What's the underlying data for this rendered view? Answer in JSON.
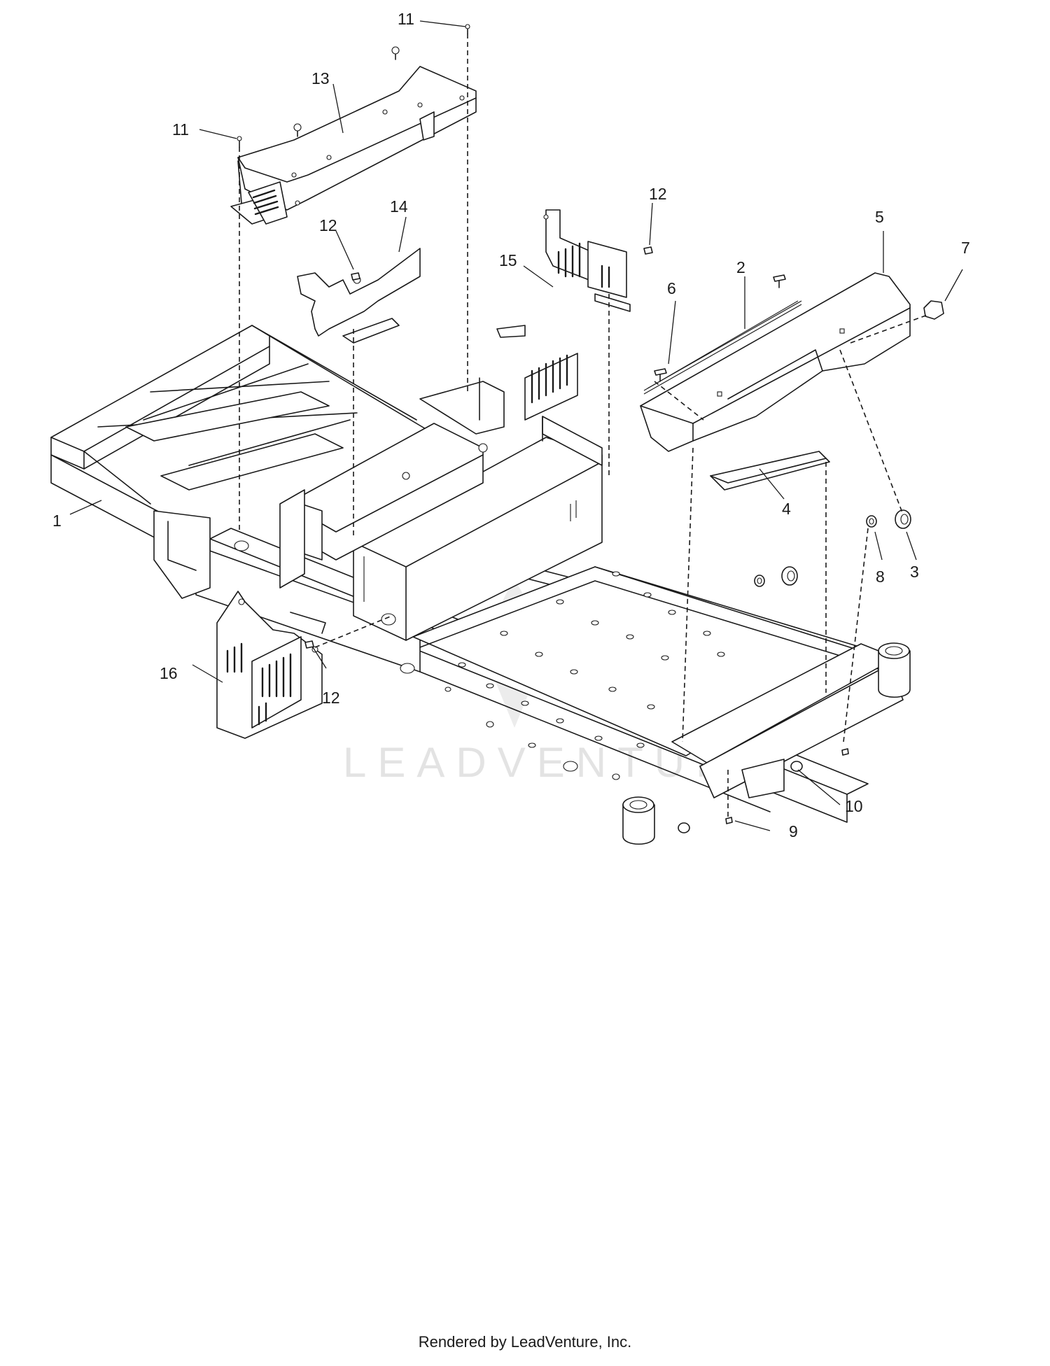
{
  "watermark": "LEADVENTURE",
  "footer": "Rendered by LeadVenture, Inc.",
  "callouts": {
    "c1": "1",
    "c2": "2",
    "c3": "3",
    "c4": "4",
    "c5": "5",
    "c6": "6",
    "c7": "7",
    "c8": "8",
    "c9": "9",
    "c10": "10",
    "c11a": "11",
    "c11b": "11",
    "c12a": "12",
    "c12b": "12",
    "c12c": "12",
    "c13": "13",
    "c14": "14",
    "c15": "15",
    "c16": "16"
  }
}
